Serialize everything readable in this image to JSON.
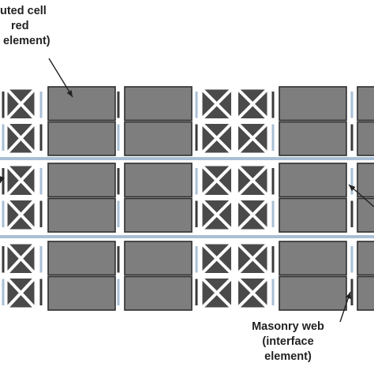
{
  "annotations": {
    "top_left_lines": [
      "uted cell",
      "red",
      "element)"
    ],
    "bottom_right_lines": [
      "Masonry web",
      "(interface",
      "element)"
    ]
  },
  "colors": {
    "block_fill": "#7e7e7e",
    "block_stroke": "#2e2e2e",
    "panel_fill": "#4a4a4a",
    "interface_light": "#a9bfd4",
    "interface_dark": "#3a3a3a",
    "background": "#ffffff"
  },
  "icons": [
    "arrow-pointer"
  ]
}
